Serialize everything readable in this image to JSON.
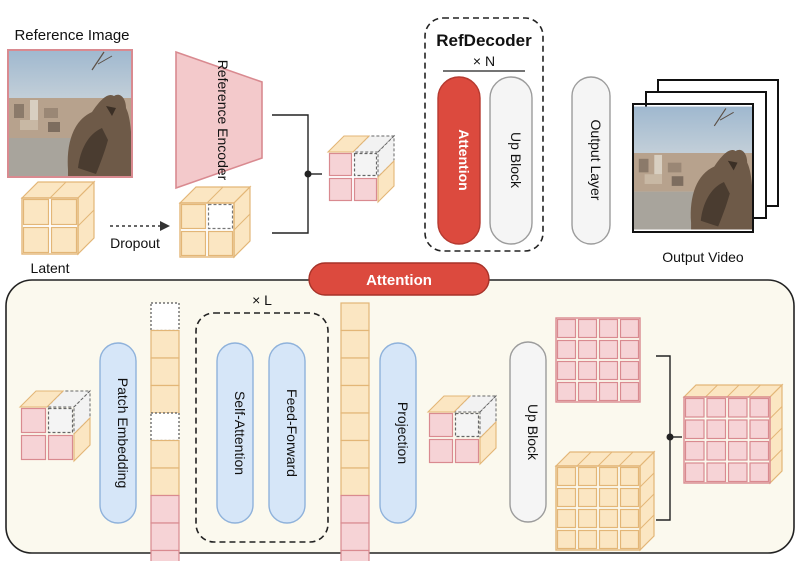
{
  "labels": {
    "reference_image": "Reference Image",
    "reference_encoder": "Reference Encoder",
    "latent": "Latent",
    "dropout": "Dropout",
    "refdecoder_title": "RefDecoder",
    "refdecoder_repeat": "× N",
    "attention_block": "Attention",
    "up_block": "Up Block",
    "output_layer": "Output Layer",
    "output_video": "Output Video",
    "attention_tab": "Attention",
    "patch_embedding": "Patch Embedding",
    "transformer_repeat": "× L",
    "self_attention": "Self-Attention",
    "feed_forward": "Feed-Forward",
    "projection": "Projection",
    "up_block_detail": "Up Block"
  },
  "colors": {
    "pink_fill": "#f6d3d6",
    "pink_stroke": "#d98a90",
    "yellow_fill": "#fbe6c2",
    "yellow_stroke": "#e3b677",
    "red_accent": "#dc4a3e",
    "blue_fill": "#d6e6f8",
    "blue_stroke": "#8fb2db",
    "panel_fill": "#fbf9ee",
    "gray_fill": "#f5f5f5",
    "gray_stroke": "#9c9c9c",
    "encoder_fill": "#f3c9cb"
  }
}
